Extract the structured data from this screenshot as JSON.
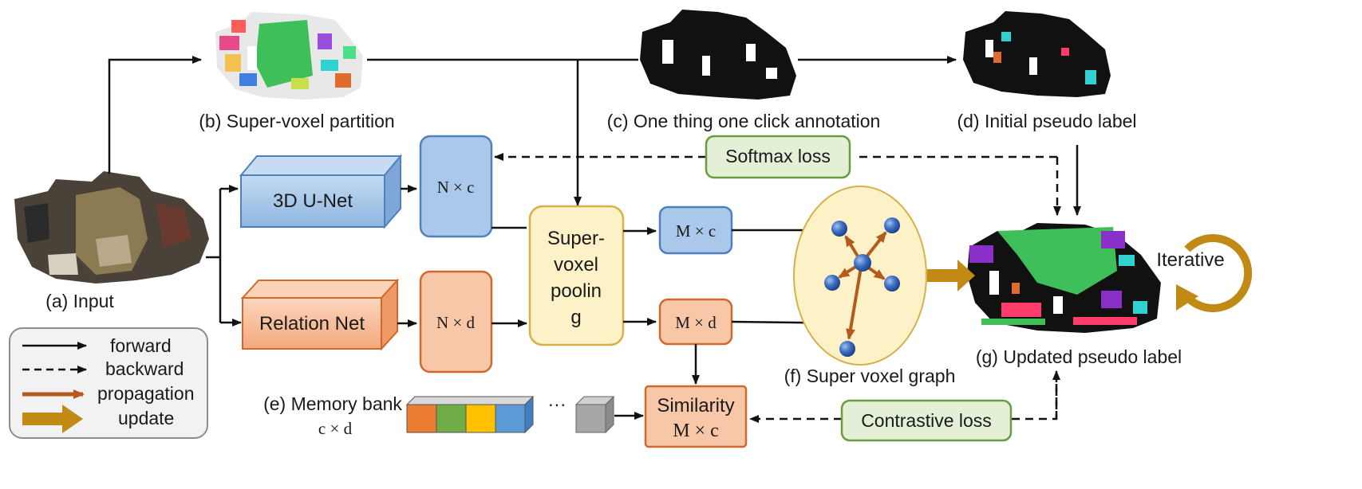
{
  "captions": {
    "input": "(a) Input",
    "partition": "(b) Super-voxel partition",
    "annotation": "(c) One thing one click annotation",
    "initial": "(d) Initial pseudo label",
    "memory_line1": "(e) Memory bank",
    "memory_line2": "c × d",
    "graph": "(f) Super voxel graph",
    "updated": "(g) Updated pseudo label"
  },
  "networks": {
    "unet": "3D U-Net",
    "relation": "Relation Net"
  },
  "features": {
    "nc": "N × c",
    "nd": "N × d",
    "mc": "M × c",
    "md": "M × d"
  },
  "pooling": [
    "Super-",
    "voxel",
    "poolin",
    "g"
  ],
  "similarity": [
    "Similarity",
    "M × c"
  ],
  "losses": {
    "softmax": "Softmax loss",
    "contrastive": "Contrastive loss"
  },
  "iterative": "Iterative",
  "memory_ellipsis": "···",
  "legend": {
    "forward": "forward",
    "backward": "backward",
    "propagation": "propagation",
    "update": "update"
  },
  "colors": {
    "blue_fill": "#a9c8ea",
    "blue_stroke": "#4f81bd",
    "orange_fill": "#f8c7a8",
    "orange_stroke": "#d0692b",
    "pool_fill": "#fdf1c7",
    "pool_stroke": "#d8b04a",
    "loss_fill": "#e3f0d6",
    "loss_stroke": "#6a9b3f",
    "gold": "#c08a14",
    "propagation": "#b55a1e"
  }
}
